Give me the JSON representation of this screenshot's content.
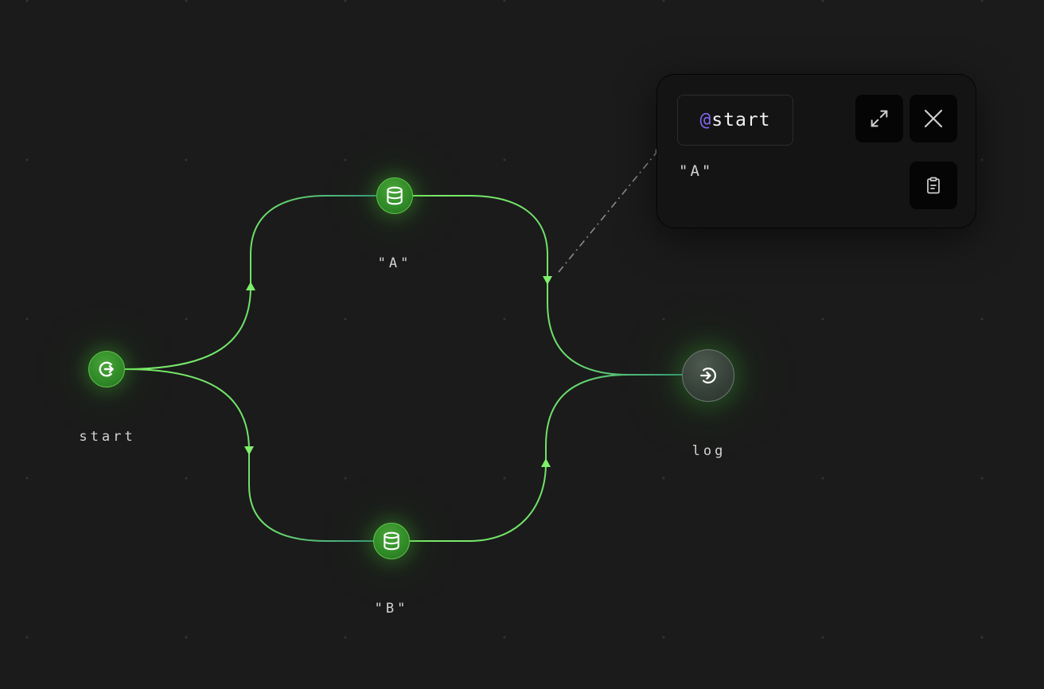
{
  "colors": {
    "background": "#1b1b1b",
    "edge_green": "#7ef06a",
    "edge_teal": "#3c9a84",
    "node_green": "#2f8a27",
    "accent_purple": "#8266ee"
  },
  "nodes": {
    "start": {
      "label": "start",
      "icon": "arrow-right-circle-icon"
    },
    "a": {
      "label": "\"A\"",
      "icon": "database-icon"
    },
    "b": {
      "label": "\"B\"",
      "icon": "database-icon"
    },
    "log": {
      "label": "log",
      "icon": "log-in-icon"
    }
  },
  "popup": {
    "tag_prefix": "@",
    "tag_name": "start",
    "value": "\"A\"",
    "buttons": {
      "expand": "expand-icon",
      "close": "close-icon",
      "clipboard": "clipboard-icon"
    }
  }
}
